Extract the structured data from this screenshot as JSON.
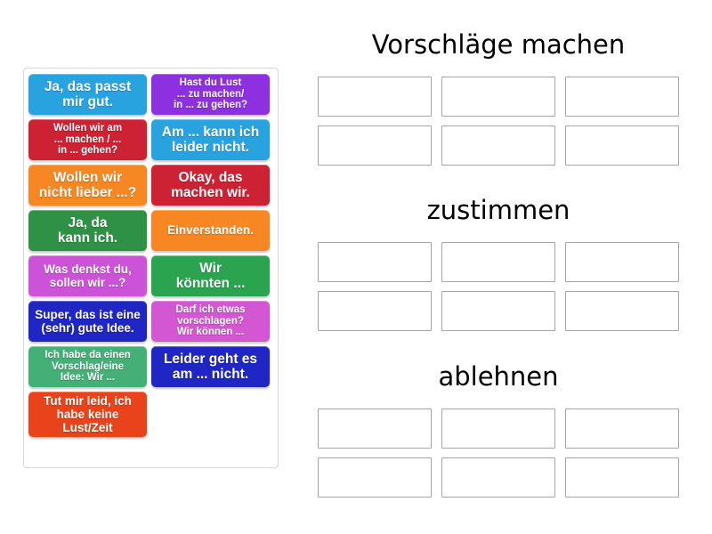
{
  "activity": {
    "type": "group-sort",
    "pool_label": "answer-tiles"
  },
  "tiles": [
    {
      "text": "Ja, das passt\nmir gut.",
      "color": "#29a3e0",
      "size": "fs-lg"
    },
    {
      "text": "Hast du Lust\n... zu machen/\nin ... zu gehen?",
      "color": "#8c30e0",
      "size": "fs-sm"
    },
    {
      "text": "Wollen wir am\n... machen / ...\nin ... gehen?",
      "color": "#cd2233",
      "size": "fs-sm"
    },
    {
      "text": "Am ... kann ich\nleider nicht.",
      "color": "#29a3e0",
      "size": "fs-lg"
    },
    {
      "text": "Wollen wir\nnicht lieber ...?",
      "color": "#f68722",
      "size": "fs-lg"
    },
    {
      "text": "Okay, das\nmachen wir.",
      "color": "#cd2233",
      "size": "fs-lg"
    },
    {
      "text": "Ja, da\nkann ich.",
      "color": "#2e9145",
      "size": "fs-lg"
    },
    {
      "text": "Einverstanden.",
      "color": "#f68722",
      "size": "fs-md"
    },
    {
      "text": "Was denkst du,\nsollen wir ...?",
      "color": "#cc52d8",
      "size": "fs-md"
    },
    {
      "text": "Wir\nkönnten ...",
      "color": "#2aa44f",
      "size": "fs-lg"
    },
    {
      "text": "Super, das ist eine\n(sehr) gute Idee.",
      "color": "#2026c4",
      "size": "fs-md"
    },
    {
      "text": "Darf ich etwas\nvorschlagen?\nWir können ...",
      "color": "#d357d3",
      "size": "fs-sm"
    },
    {
      "text": "Ich habe da einen\nVorschlag/eine\nIdee: Wir ...",
      "color": "#44b077",
      "size": "fs-sm"
    },
    {
      "text": "Leider geht es\nam ... nicht.",
      "color": "#2026c4",
      "size": "fs-lg"
    },
    {
      "text": "Tut mir leid, ich\nhabe keine Lust/Zeit",
      "color": "#e8431a",
      "size": "fs-md"
    }
  ],
  "zones": [
    {
      "title": "Vorschläge machen",
      "slot_count": 6,
      "slots": [
        "",
        "",
        "",
        "",
        "",
        ""
      ]
    },
    {
      "title": "zustimmen",
      "slot_count": 6,
      "slots": [
        "",
        "",
        "",
        "",
        "",
        ""
      ]
    },
    {
      "title": "ablehnen",
      "slot_count": 6,
      "slots": [
        "",
        "",
        "",
        "",
        "",
        ""
      ]
    }
  ],
  "colors": {
    "page_background": "#ffffff",
    "slot_border": "#a6a6a6",
    "pool_border": "#d8d8d8",
    "title_text": "#000000",
    "tile_text": "#ffffff"
  }
}
